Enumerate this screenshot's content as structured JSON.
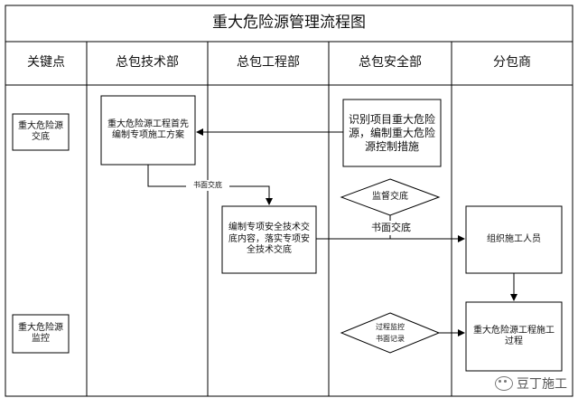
{
  "title": "重大危险源管理流程图",
  "lanes": [
    "关键点",
    "总包技术部",
    "总包工程部",
    "总包安全部",
    "分包商"
  ],
  "key_points": [
    "重大危险源交底",
    "重大危险源监控"
  ],
  "boxes": {
    "tech_plan": "重大危险源工程首先编制专项施工方案",
    "eng_tech": "编制专项安全技术交底内容，落实专项安全技术交底",
    "safety_identify": "识别项目重大危险源，编制重大危险源控制措施",
    "sub_organize": "组织施工人员",
    "sub_process": "重大危险源工程施工过程"
  },
  "diamonds": {
    "supervise": "监督交底",
    "monitor_line1": "过程监控",
    "monitor_line2": "书面记录"
  },
  "edge_labels": {
    "written_small": "书面交底",
    "written_large": "书面交底"
  },
  "watermark": "豆丁施工"
}
